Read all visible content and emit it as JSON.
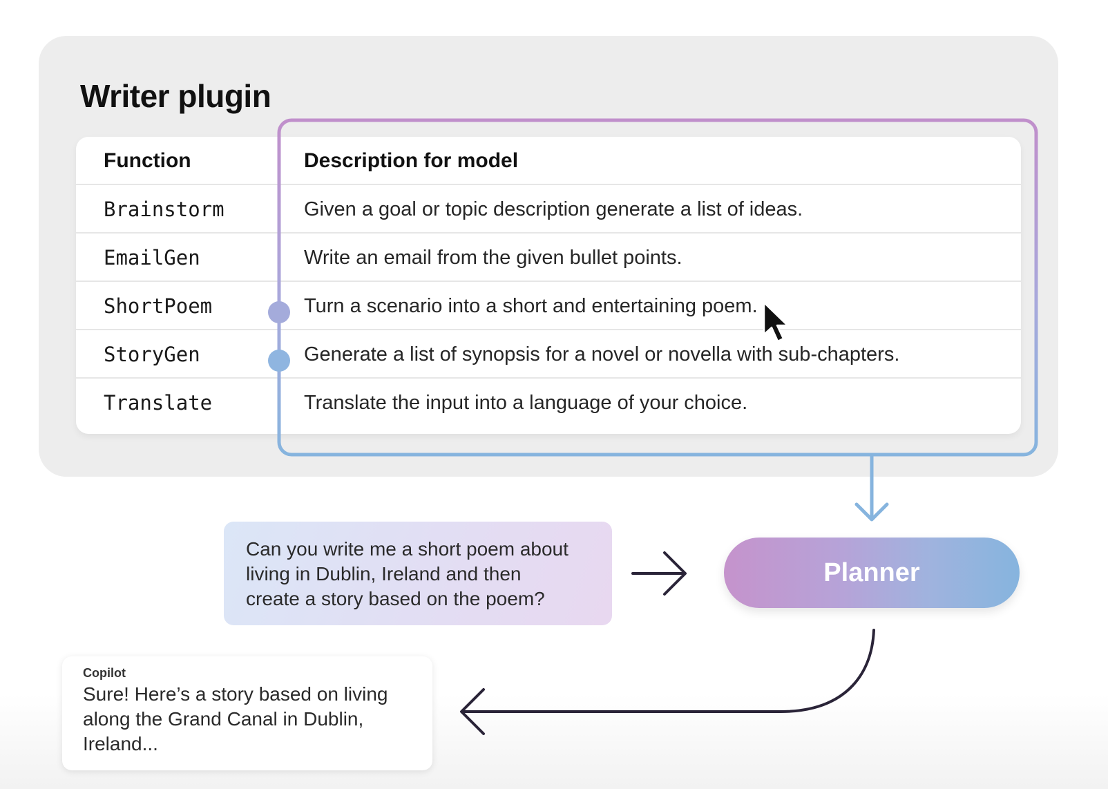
{
  "plugin": {
    "title": "Writer plugin",
    "columns": {
      "function": "Function",
      "description": "Description for model"
    },
    "rows": [
      {
        "function": "Brainstorm",
        "description": "Given a goal or topic description generate a list of ideas.",
        "selected": false
      },
      {
        "function": "EmailGen",
        "description": "Write an email from the given bullet points.",
        "selected": false
      },
      {
        "function": "ShortPoem",
        "description": "Turn a scenario into a short and entertaining poem.",
        "selected": true
      },
      {
        "function": "StoryGen",
        "description": "Generate a list of synopsis for a novel or novella with sub-chapters.",
        "selected": true
      },
      {
        "function": "Translate",
        "description": "Translate the input into a language of your choice.",
        "selected": false
      }
    ]
  },
  "prompt": {
    "lines": [
      "Can you write me a short poem about",
      "living in Dublin, Ireland and then",
      "create a story based on the poem?"
    ]
  },
  "planner": {
    "label": "Planner"
  },
  "reply": {
    "sender": "Copilot",
    "lines": [
      "Sure! Here’s a story based on living",
      "along the Grand Canal in Dublin,",
      "Ireland..."
    ]
  },
  "colors": {
    "accent_purple": "#c08fcb",
    "accent_blue": "#86b4de",
    "arrow_dark": "#2a2438",
    "card_bg": "#ededed"
  },
  "icons": {
    "cursor": "mouse-pointer-icon",
    "arrow_right": "arrow-right-icon",
    "arrow_down": "arrow-down-icon",
    "arrow_return": "curved-arrow-left-icon"
  }
}
